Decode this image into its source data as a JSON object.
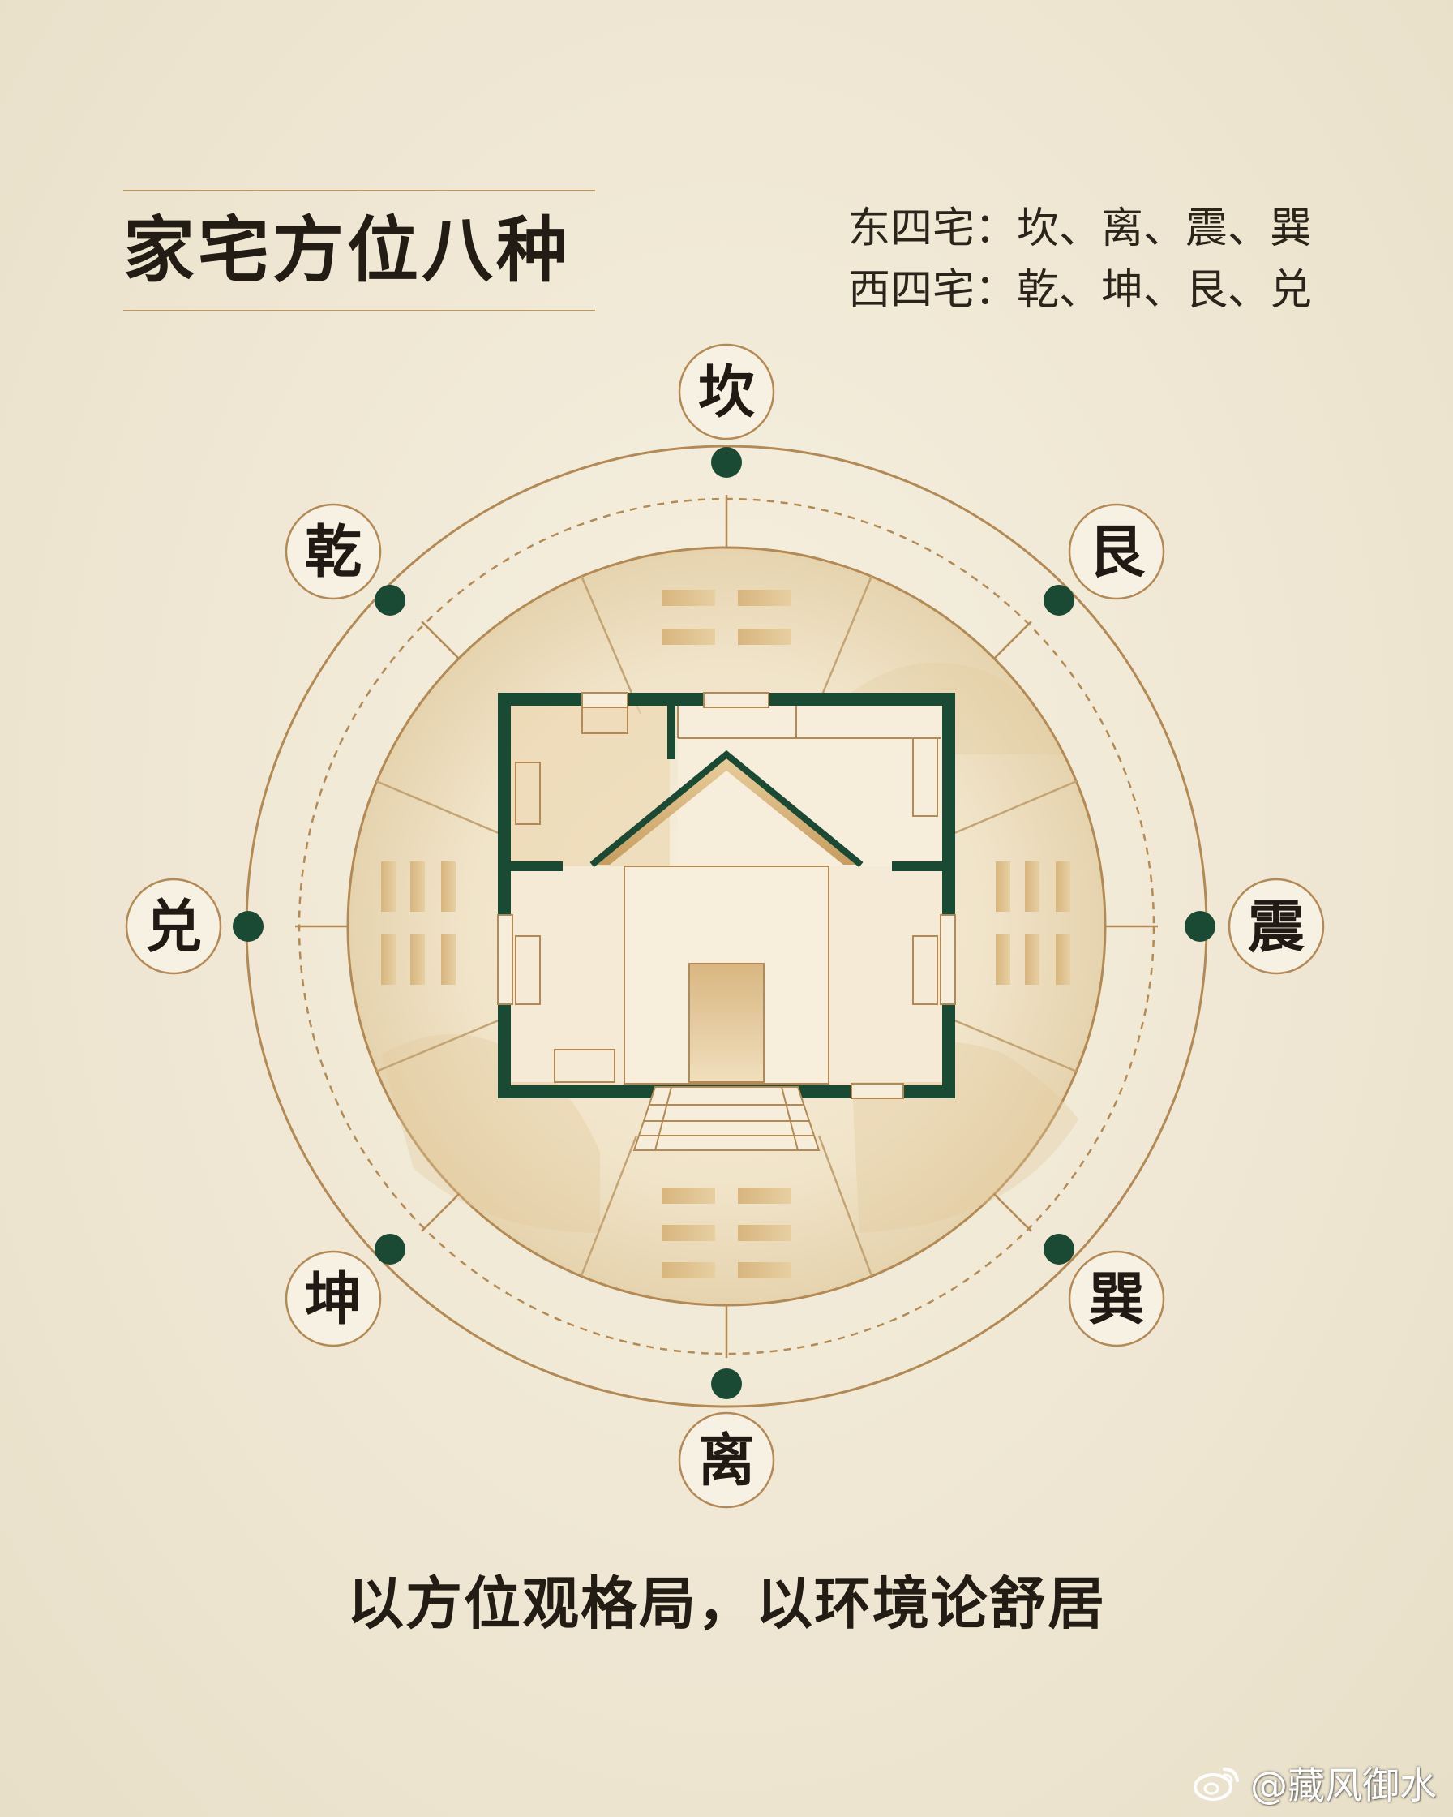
{
  "title": "家宅方位八种",
  "legend": {
    "east": "东四宅：坎、离、震、巽",
    "west": "西四宅：乾、坤、艮、兑"
  },
  "directions": {
    "kan": "坎",
    "gen": "艮",
    "zhen": "震",
    "xun": "巽",
    "li": "离",
    "kun": "坤",
    "dui": "兑",
    "qian": "乾"
  },
  "tagline": "以方位观格局，以环境论舒居",
  "watermark": "@藏风御水",
  "colors": {
    "background": "#f1ead8",
    "gold": "#b38a55",
    "green": "#1b4a34",
    "ink": "#221c14"
  }
}
